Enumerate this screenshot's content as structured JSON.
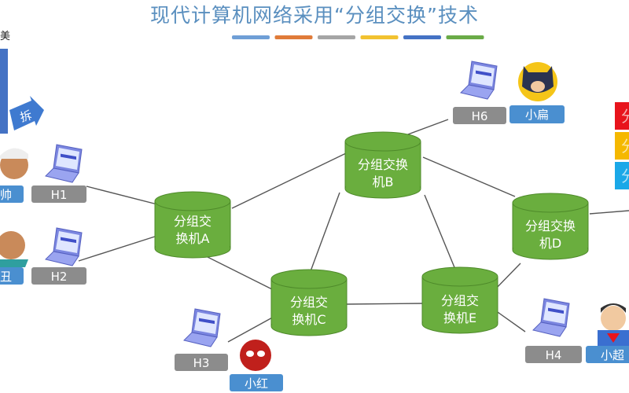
{
  "title": "现代计算机网络采用“分组交换”技术",
  "title_bar_colors": [
    "#6f9fd6",
    "#e07b39",
    "#a5a5a5",
    "#f2c230",
    "#4472c4",
    "#6aab47"
  ],
  "left_partial": {
    "top_text": "美",
    "arrow_label": "拆",
    "user1_label": "帅",
    "user2_label": "丑"
  },
  "switches": [
    {
      "id": "A",
      "line1": "分组交",
      "line2": "换机A"
    },
    {
      "id": "B",
      "line1": "分组交换",
      "line2": "机B"
    },
    {
      "id": "C",
      "line1": "分组交",
      "line2": "换机C"
    },
    {
      "id": "D",
      "line1": "分组交换",
      "line2": "机D"
    },
    {
      "id": "E",
      "line1": "分组交",
      "line2": "换机E"
    }
  ],
  "hosts": [
    "H1",
    "H2",
    "H3",
    "H4",
    "H6"
  ],
  "users": {
    "h6_user": "小扁",
    "h3_user": "小红",
    "h4_user": "小超"
  },
  "right_partial": {
    "packet_label": "分",
    "colors": [
      "#e8141c",
      "#f5b800",
      "#1aa8e8"
    ]
  },
  "colors": {
    "switch": "#6aae3e",
    "host_label": "#8c8c8c",
    "user_label": "#4a8fd0"
  }
}
